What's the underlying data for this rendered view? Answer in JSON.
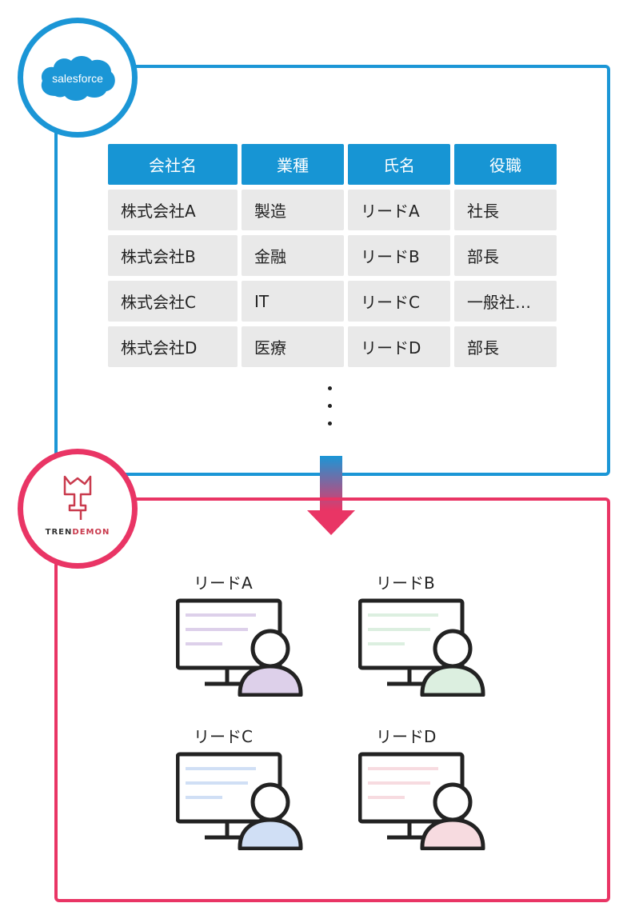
{
  "salesforce": {
    "logo_text": "salesforce",
    "table": {
      "headers": [
        "会社名",
        "業種",
        "氏名",
        "役職"
      ],
      "rows": [
        [
          "株式会社A",
          "製造",
          "リードA",
          "社長"
        ],
        [
          "株式会社B",
          "金融",
          "リードB",
          "部長"
        ],
        [
          "株式会社C",
          "IT",
          "リードC",
          "一般社…"
        ],
        [
          "株式会社D",
          "医療",
          "リードD",
          "部長"
        ]
      ]
    }
  },
  "trendemon": {
    "logo_text_dark1": "TREN",
    "logo_text_red": "DEMON",
    "logo_text_full": "TRENDEMON"
  },
  "leads": [
    {
      "label": "リードA",
      "accent": "#ddd0ea"
    },
    {
      "label": "リードB",
      "accent": "#dcefe0"
    },
    {
      "label": "リードC",
      "accent": "#d0dff5"
    },
    {
      "label": "リードD",
      "accent": "#f7dbe0"
    }
  ],
  "colors": {
    "salesforce_blue": "#1b96d6",
    "trendemon_pink": "#e93565",
    "line_dark": "#222222"
  }
}
